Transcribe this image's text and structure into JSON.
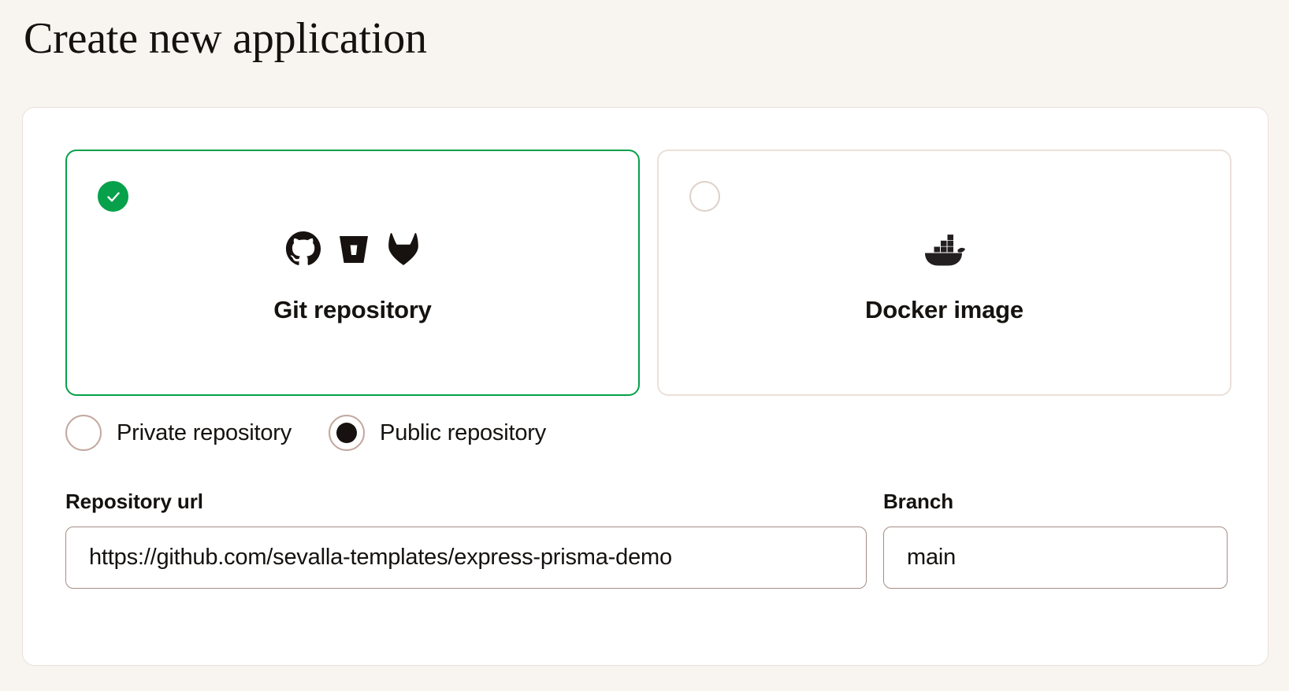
{
  "page": {
    "title": "Create new application",
    "background_color": "#f8f4f0",
    "panel_background": "#ffffff",
    "panel_border_color": "#ece0da"
  },
  "source_type": {
    "selected": "git-repository",
    "selected_color": "#06a14a",
    "unselected_border_color": "#ece0da",
    "cards": [
      {
        "id": "git-repository",
        "label": "Git repository",
        "selected": true,
        "badge_icon": "check-icon",
        "icons": [
          "github-icon",
          "bitbucket-icon",
          "gitlab-icon"
        ]
      },
      {
        "id": "docker-image",
        "label": "Docker image",
        "selected": false,
        "badge_icon": "empty-radio-icon",
        "icons": [
          "docker-icon"
        ]
      }
    ]
  },
  "visibility": {
    "selected": "public-repository",
    "options": [
      {
        "id": "private-repository",
        "label": "Private repository",
        "checked": false
      },
      {
        "id": "public-repository",
        "label": "Public repository",
        "checked": true
      }
    ]
  },
  "form": {
    "repository_url": {
      "label": "Repository url",
      "value": "https://github.com/sevalla-templates/express-prisma-demo",
      "placeholder": "Repository url"
    },
    "branch": {
      "label": "Branch",
      "value": "main",
      "placeholder": "Branch"
    }
  }
}
